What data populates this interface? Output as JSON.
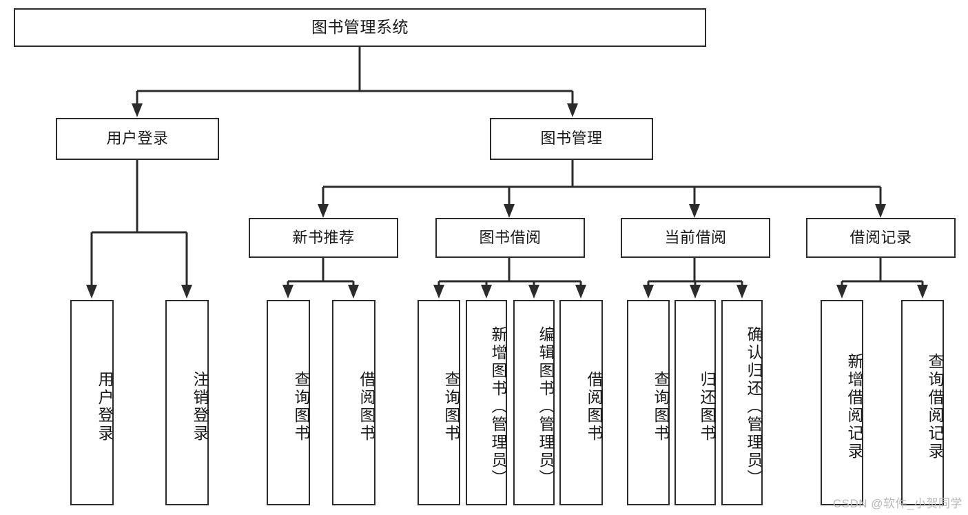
{
  "diagram": {
    "title": "图书管理系统",
    "type": "tree-hierarchy",
    "colors": {
      "box_border": "#2b2b2b",
      "box_fill": "#ffffff",
      "connector": "#2b2b2b",
      "text": "#1a1a1a",
      "watermark": "#b9b9b9",
      "background": "#ffffff"
    }
  },
  "root": {
    "label": "图书管理系统"
  },
  "level2": [
    {
      "label": "用户登录"
    },
    {
      "label": "图书管理"
    }
  ],
  "level3": [
    {
      "label": "新书推荐"
    },
    {
      "label": "图书借阅"
    },
    {
      "label": "当前借阅"
    },
    {
      "label": "借阅记录"
    }
  ],
  "leaves": {
    "user_login": [
      {
        "label": "用户登录"
      },
      {
        "label": "注销登录"
      }
    ],
    "new_book": [
      {
        "label": "查询图书"
      },
      {
        "label": "借阅图书"
      }
    ],
    "book_borrow": [
      {
        "label": "查询图书"
      },
      {
        "label": "新增图书（管理员）"
      },
      {
        "label": "编辑图书（管理员）"
      },
      {
        "label": "借阅图书"
      }
    ],
    "current_borrow": [
      {
        "label": "查询图书"
      },
      {
        "label": "归还图书"
      },
      {
        "label": "确认归还（管理员）"
      }
    ],
    "borrow_record": [
      {
        "label": "新增借阅记录"
      },
      {
        "label": "查询借阅记录"
      }
    ]
  },
  "watermark": {
    "text": "CSDN @软件_小贺同学"
  }
}
